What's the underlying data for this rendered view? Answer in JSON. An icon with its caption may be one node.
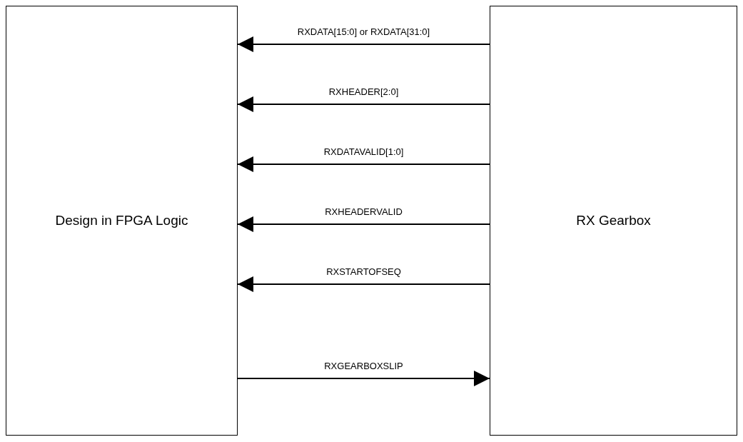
{
  "diagram": {
    "nodes": [
      {
        "text": [
          "Design in FPGA Logic"
        ]
      },
      {
        "text": [
          "RX Gearbox"
        ]
      }
    ],
    "edges": [
      {
        "from": 1,
        "to": 0,
        "arrow": "to",
        "label": "RXDATA[15:0] or RXDATA[31:0]"
      },
      {
        "from": 1,
        "to": 0,
        "arrow": "to",
        "label": "RXHEADER[2:0]"
      },
      {
        "from": 1,
        "to": 0,
        "arrow": "to",
        "label": "RXDATAVALID[1:0]"
      },
      {
        "from": 1,
        "to": 0,
        "arrow": "to",
        "label": "RXHEADERVALID"
      },
      {
        "from": 1,
        "to": 0,
        "arrow": "to",
        "label": "RXSTARTOFSEQ"
      },
      {
        "from": 0,
        "to": 1,
        "arrow": "to",
        "label": "RXGEARBOXSLIP"
      }
    ]
  }
}
